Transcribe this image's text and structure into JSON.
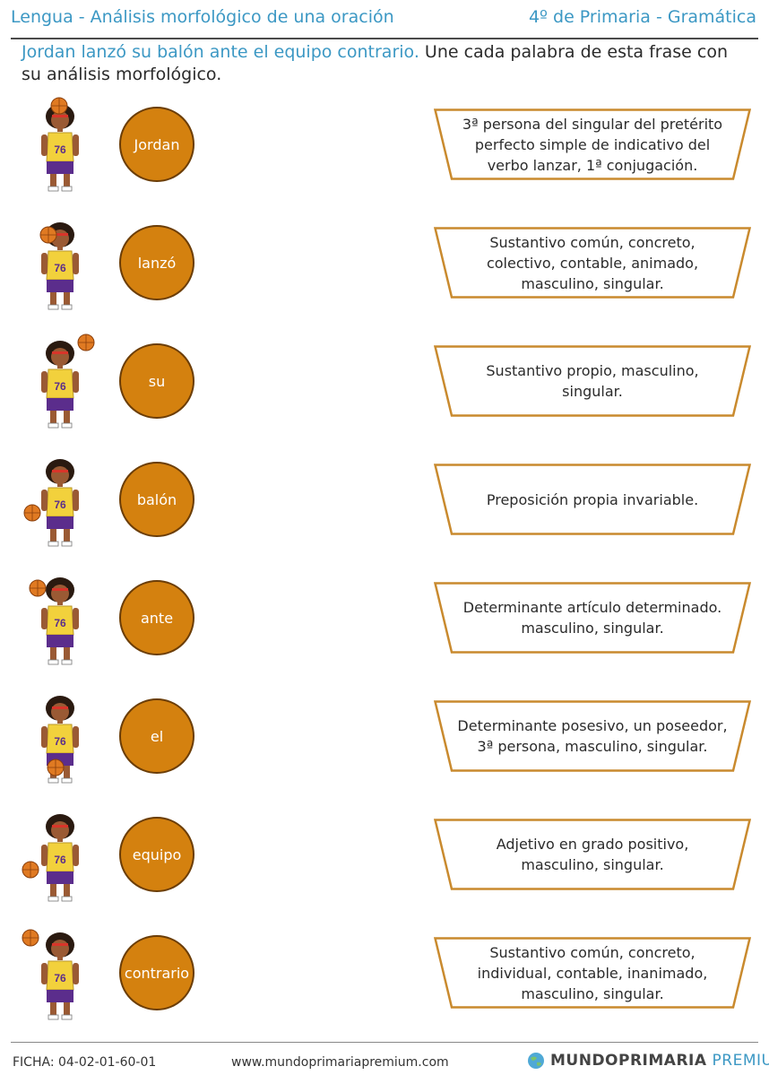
{
  "header": {
    "left": "Lengua - Análisis morfológico de una oración",
    "right": "4º de Primaria - Gramática"
  },
  "instructions": {
    "highlight": "Jordan lanzó su balón ante el equipo contrario.",
    "rest": " Une cada palabra de esta frase con su análisis morfológico."
  },
  "words": [
    "Jordan",
    "lanzó",
    "su",
    "balón",
    "ante",
    "el",
    "equipo",
    "contrario"
  ],
  "analyses": [
    "3ª persona del singular del pretérito perfecto simple de indicativo del verbo lanzar, 1ª conjugación.",
    "Sustantivo común, concreto, colectivo, contable, animado, masculino, singular.",
    "Sustantivo propio, masculino, singular.",
    "Preposición propia invariable.",
    "Determinante artículo determinado. masculino, singular.",
    "Determinante posesivo, un poseedor, 3ª persona, masculino, singular.",
    "Adjetivo en grado positivo, masculino, singular.",
    "Sustantivo común, concreto, individual, contable, inanimado, masculino, singular."
  ],
  "jersey_number": "76",
  "footer": {
    "ficha": "FICHA:  04-02-01-60-01",
    "website": "www.mundoprimariapremium.com",
    "brand_main": "MUNDOPRIMARIA",
    "brand_accent": "PREMIUM"
  },
  "colors": {
    "accent": "#3c98c4",
    "ball": "#d4810f",
    "card_border": "#c98a2e",
    "jersey": "#f2d13c",
    "shorts": "#5b2d8c"
  }
}
